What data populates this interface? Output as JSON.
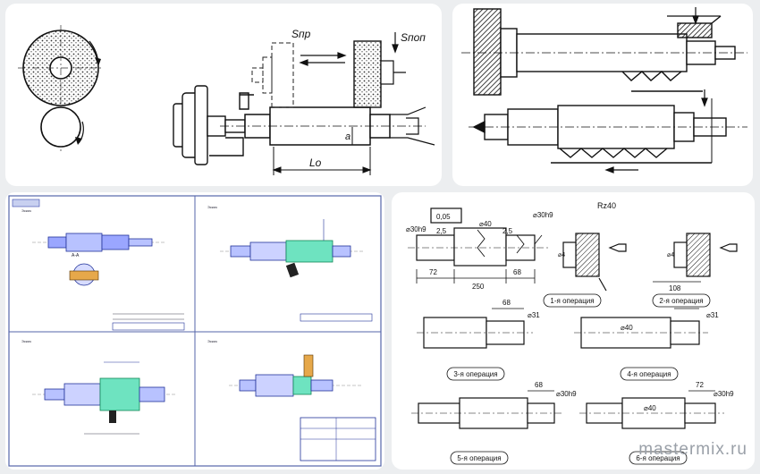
{
  "panel1": {
    "labels": {
      "s_pr": "Sпр",
      "s_pop": "Sпоп",
      "a": "a",
      "lo": "Lo"
    }
  },
  "panel3": {
    "sheet_labels": [
      "Эскиз",
      "Эскиз",
      "Эскиз",
      "Эскиз"
    ],
    "section_label": "А-А"
  },
  "panel4": {
    "tolerance": "0,05",
    "roughness": "Rz40",
    "dims": {
      "d30h9": "⌀30h9",
      "d40": "⌀40",
      "d31": "⌀31",
      "d4": "⌀4",
      "c25": "2,5",
      "l72": "72",
      "l250": "250",
      "l68": "68",
      "l108": "108"
    },
    "operations": [
      "1-я операция",
      "2-я операция",
      "3-я операция",
      "4-я операция",
      "5-я операция",
      "6-я операция"
    ]
  },
  "watermark": "mastermix.ru"
}
